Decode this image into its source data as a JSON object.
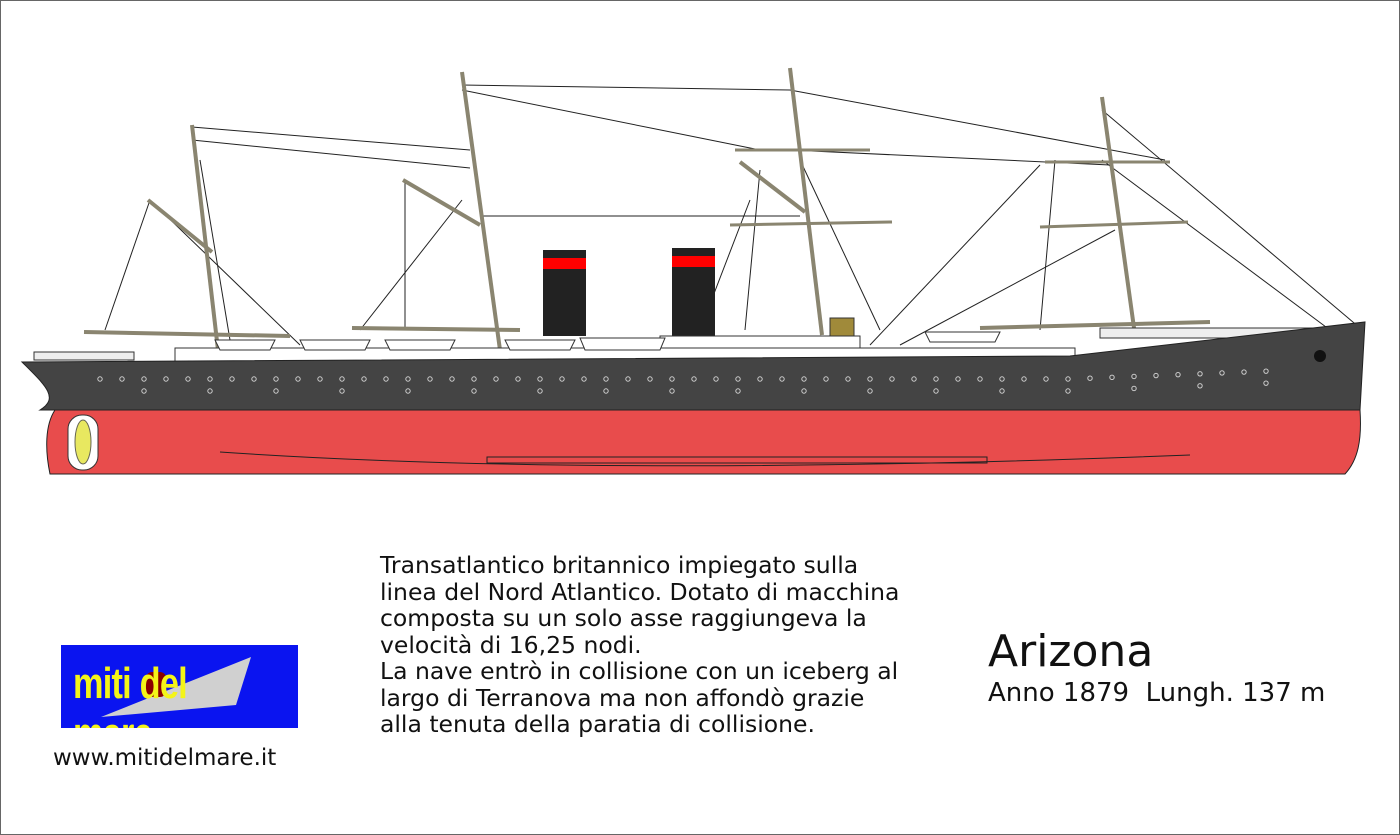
{
  "ship": {
    "name": "Arizona",
    "details": "Anno 1879  Lungh. 137 m",
    "description": "Transatlantico britannico impiegato sulla\nlinea del Nord Atlantico. Dotato di macchina\ncomposta su un solo asse raggiungeva la\nvelocità di 16,25 nodi.\nLa nave entrò in collisione con un iceberg al\nlargo di Terranova ma non affondò grazie\nalla tenuta della paratia di collisione."
  },
  "brand": {
    "logo_text": "miti del mare",
    "url": "www.mitidelmare.it"
  },
  "colors": {
    "hull_upper": "#444444",
    "hull_lower": "#e84c4c",
    "funnel": "#222222",
    "funnel_band": "#ff0000",
    "logo_bg": "#0a14f0",
    "logo_text": "#f4f418"
  }
}
